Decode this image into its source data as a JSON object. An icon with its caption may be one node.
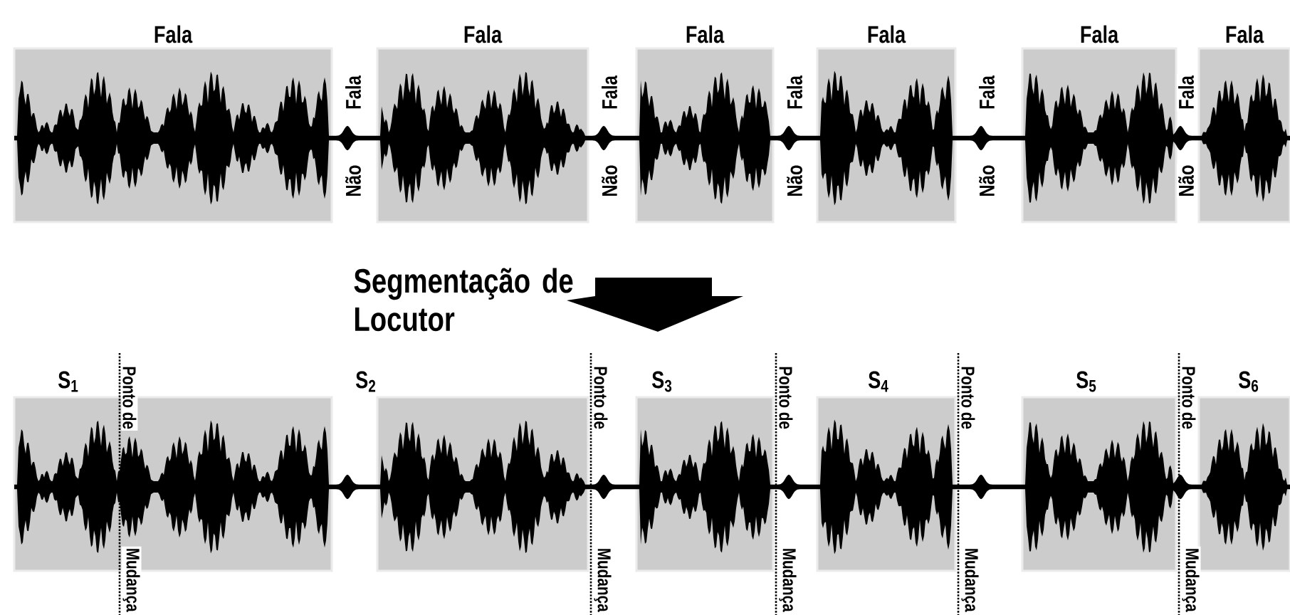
{
  "diagram": {
    "nodes": [
      {
        "text": [
          "Fala"
        ]
      },
      {
        "text": [
          "Fala"
        ]
      },
      {
        "text": [
          "Fala"
        ]
      },
      {
        "text": [
          "Fala"
        ]
      },
      {
        "text": [
          "Fala"
        ]
      },
      {
        "text": [
          "Fala"
        ]
      },
      {
        "text": [
          "S$_{1}$"
        ]
      },
      {
        "text": [
          "S$_{2}$"
        ]
      },
      {
        "text": [
          "S$_{3}$"
        ]
      },
      {
        "text": [
          "S$_{4}$"
        ]
      },
      {
        "text": [
          "S$_{5}$"
        ]
      },
      {
        "text": [
          "S$_{6}$"
        ]
      }
    ],
    "labels": [
      "Fala",
      "Não",
      "Fala",
      "Não",
      "Fala",
      "Não",
      "Fala",
      "Não",
      "Fala",
      "Não",
      "Segmentação de Locutor",
      "Ponto de",
      "Mudança",
      "Ponto de",
      "Mudança",
      "Ponto de",
      "Mudança",
      "Ponto de",
      "Mudança",
      "Ponto de",
      "Mudança"
    ]
  }
}
